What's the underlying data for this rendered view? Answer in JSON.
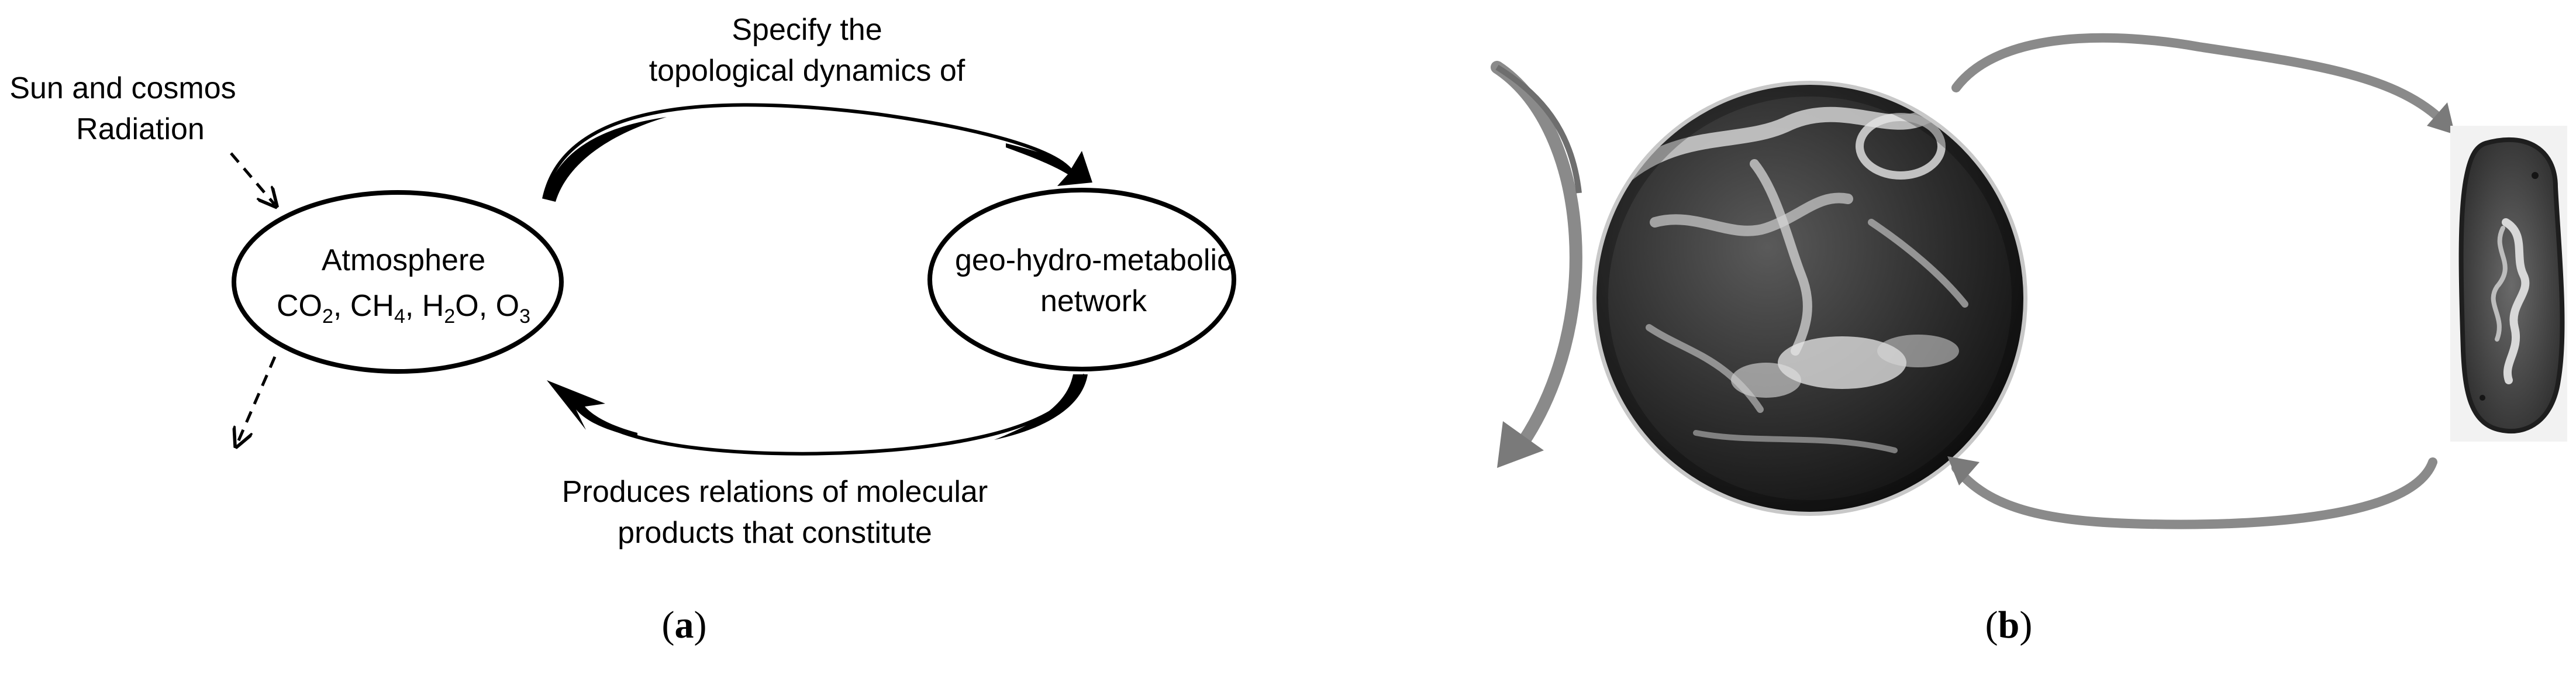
{
  "panel_a": {
    "radiation_label_line1": "Sun and cosmos",
    "radiation_label_line2": "Radiation",
    "top_arrow_label_line1": "Specify the",
    "top_arrow_label_line2": "topological dynamics of",
    "atmosphere": {
      "title": "Atmosphere",
      "formula_co2_base": "CO",
      "formula_co2_sub": "2",
      "formula_sep1": ", ",
      "formula_ch4_base": "CH",
      "formula_ch4_sub": "4",
      "formula_sep2": ", ",
      "formula_h2o_h": "H",
      "formula_h2o_sub": "2",
      "formula_h2o_o": "O",
      "formula_sep3": ", ",
      "formula_o3_base": "O",
      "formula_o3_sub": "3"
    },
    "network": {
      "line1": "geo-hydro-metabolic",
      "line2": "network"
    },
    "bottom_arrow_label_line1": "Produces relations of molecular",
    "bottom_arrow_label_line2": "products that constitute",
    "caption_open": "(",
    "caption_letter": "a",
    "caption_close": ")"
  },
  "panel_b": {
    "caption_open": "(",
    "caption_letter": "b",
    "caption_close": ")"
  },
  "colors": {
    "ink": "#000000",
    "arrow_gray": "#7a7a7a",
    "earth_dark": "#2a2a2a",
    "cloud_white": "#e8e8e8",
    "cell_dark": "#3a3a3a"
  }
}
